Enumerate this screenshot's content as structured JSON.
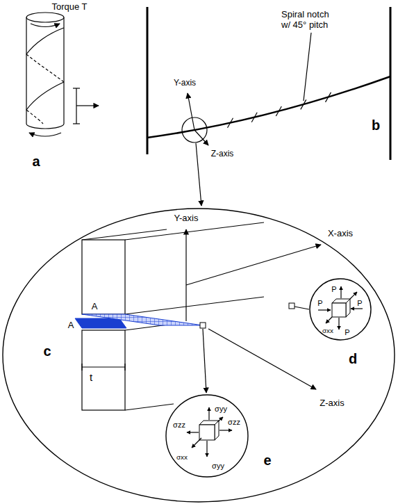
{
  "diagram": {
    "nodes": [
      {
        "text": [
          "Y-axis",
          "A",
          "A",
          "t",
          "Z-axis",
          "c",
          "d",
          "e"
        ]
      },
      {
        "text": [
          "P",
          "P",
          "P",
          "P",
          "σxx"
        ],
        "in": 0
      },
      {
        "text": [
          "σyy",
          "σzz",
          "σzz",
          "σxx",
          "σyy"
        ],
        "in": 0
      }
    ],
    "labels": [
      "Torque T",
      "a",
      "Spiral notch w/ 45° pitch",
      "Y-axis",
      "Z-axis",
      "b",
      "X-axis"
    ]
  }
}
